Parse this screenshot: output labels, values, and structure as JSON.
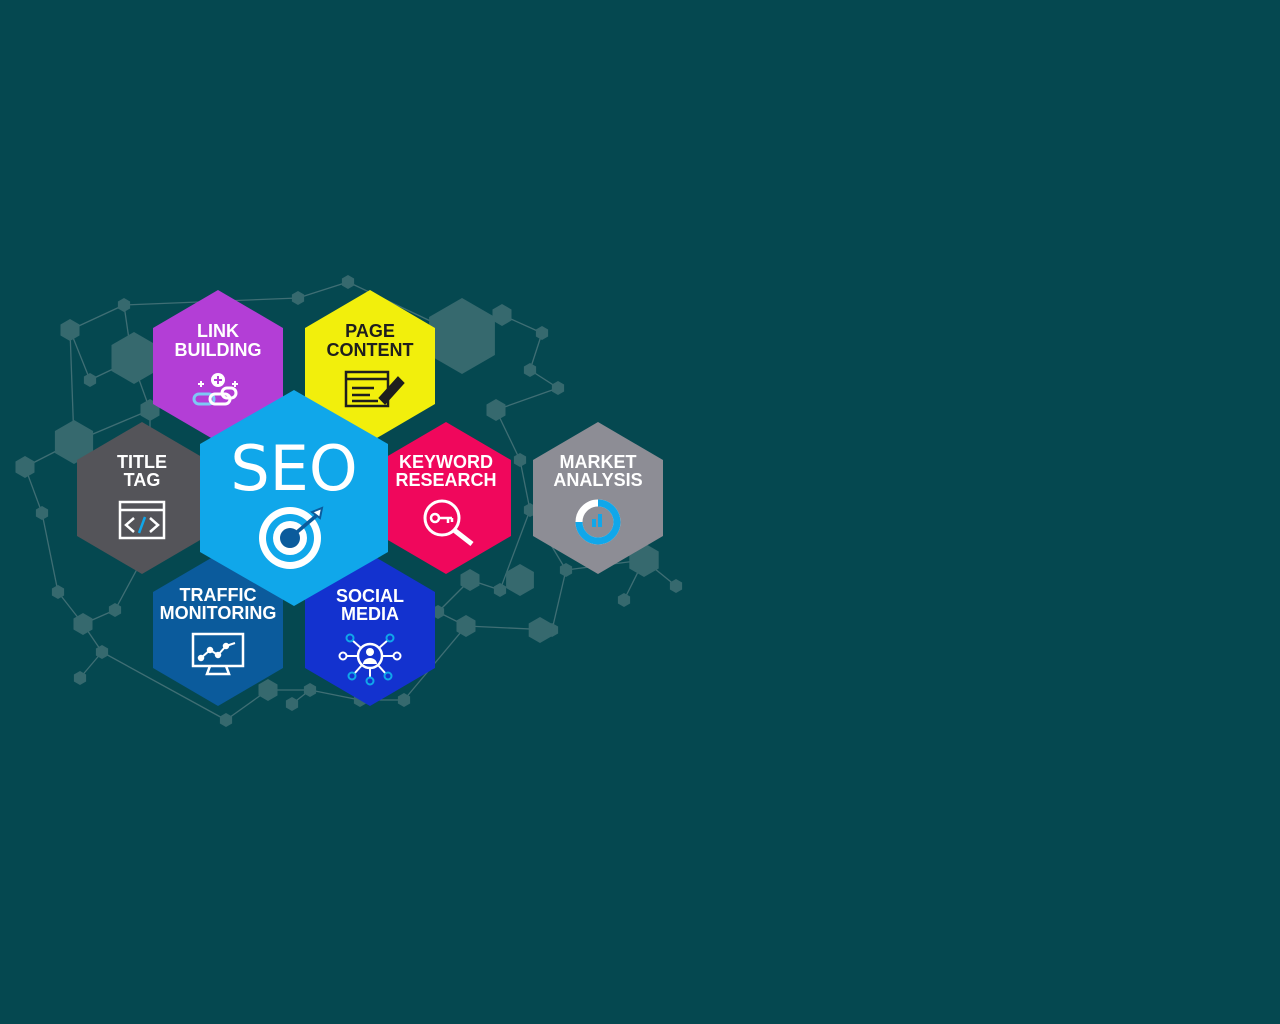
{
  "background_color": "#054850",
  "center": {
    "label": "SEO",
    "color": "#10a7ea",
    "icon": "target-icon"
  },
  "hexagons": [
    {
      "id": "link-building",
      "line1": "LINK",
      "line2": "BUILDING",
      "color": "#b33ed6",
      "icon": "link-user-icon"
    },
    {
      "id": "page-content",
      "line1": "PAGE",
      "line2": "CONTENT",
      "color": "#f2ef0c",
      "text_color": "#1e1e1e",
      "icon": "document-pencil-icon"
    },
    {
      "id": "title-tag",
      "line1": "TITLE",
      "line2": "TAG",
      "color": "#545459",
      "icon": "code-window-icon"
    },
    {
      "id": "keyword-research",
      "line1": "KEYWORD",
      "line2": "RESEARCH",
      "color": "#f0075c",
      "icon": "key-magnifier-icon"
    },
    {
      "id": "market-analysis",
      "line1": "MARKET",
      "line2": "ANALYSIS",
      "color": "#8d8d95",
      "icon": "donut-chart-icon"
    },
    {
      "id": "traffic-monitoring",
      "line1": "TRAFFIC",
      "line2": "MONITORING",
      "color": "#0b5b9c",
      "icon": "monitor-chart-icon"
    },
    {
      "id": "social-media",
      "line1": "SOCIAL",
      "line2": "MEDIA",
      "color": "#1332cf",
      "icon": "network-user-icon"
    }
  ]
}
